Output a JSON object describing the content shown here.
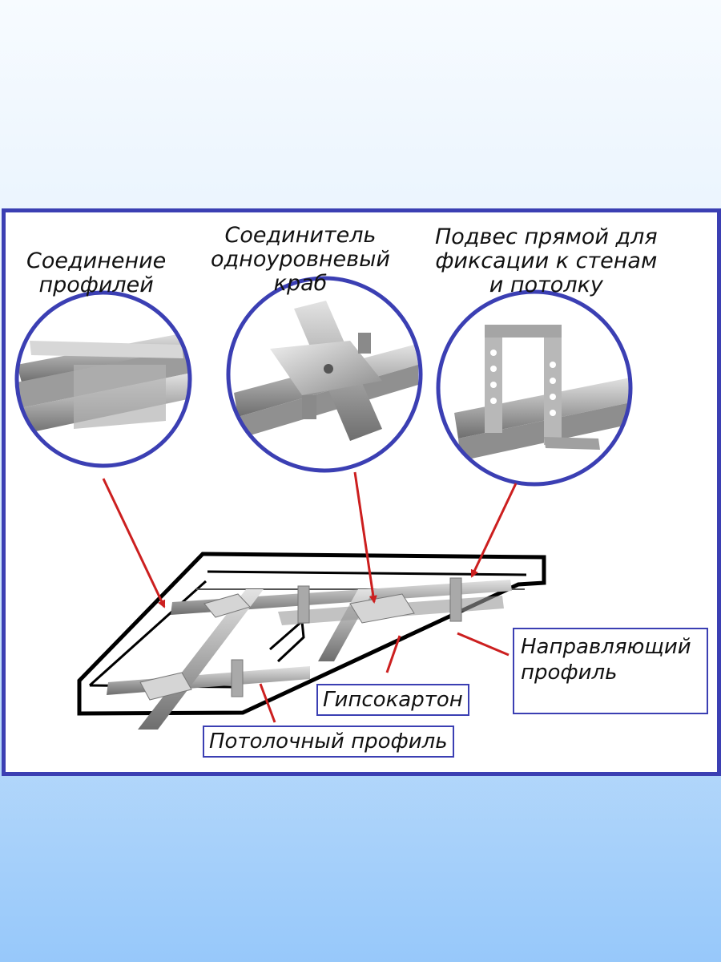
{
  "captions": {
    "profile_joint": [
      "Соединение",
      "профилей"
    ],
    "crab_connector": [
      "Соединитель",
      "одноуровневый",
      "краб"
    ],
    "direct_hanger": [
      "Подвес  прямой для",
      "фиксации  к стенам",
      "и потолку"
    ]
  },
  "labels": {
    "guide_profile": [
      "Направляющий",
      "профиль"
    ],
    "drywall": "Гипсокартон",
    "ceiling_profile": "Потолочный профиль"
  },
  "colors": {
    "frame_border": "#3b3fb3",
    "arrow": "#cc1f1f",
    "circle": "#3b3fb3",
    "background_top": "#f7fbff",
    "background_bottom": "#97c8fa"
  }
}
